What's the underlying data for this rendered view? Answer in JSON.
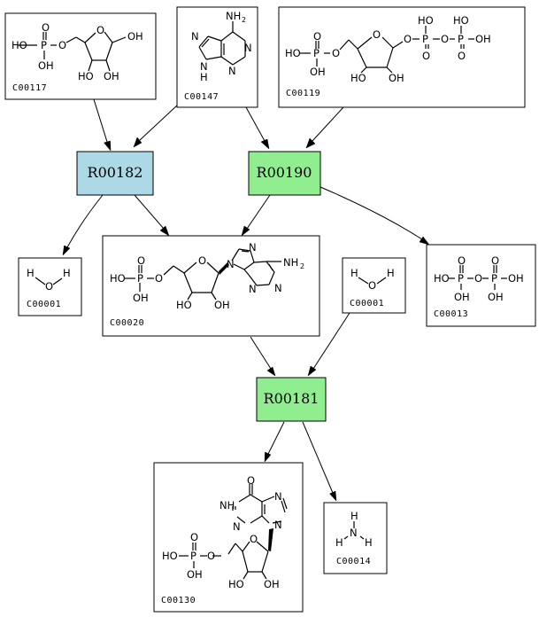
{
  "reactions": {
    "r00182": {
      "id": "R00182",
      "color": "#add8e6"
    },
    "r00190": {
      "id": "R00190",
      "color": "#90ee90"
    },
    "r00181": {
      "id": "R00181",
      "color": "#90ee90"
    }
  },
  "compounds": {
    "c00117": {
      "id": "C00117"
    },
    "c00147": {
      "id": "C00147"
    },
    "c00119": {
      "id": "C00119"
    },
    "c00001a": {
      "id": "C00001"
    },
    "c00020": {
      "id": "C00020"
    },
    "c00001b": {
      "id": "C00001"
    },
    "c00013": {
      "id": "C00013"
    },
    "c00130": {
      "id": "C00130"
    },
    "c00014": {
      "id": "C00014"
    }
  },
  "atoms": {
    "H": "H",
    "O": "O",
    "N": "N",
    "P": "P",
    "HO": "HO",
    "OH": "OH",
    "NH": "NH",
    "NH2_main": "NH",
    "sub2": "2"
  }
}
